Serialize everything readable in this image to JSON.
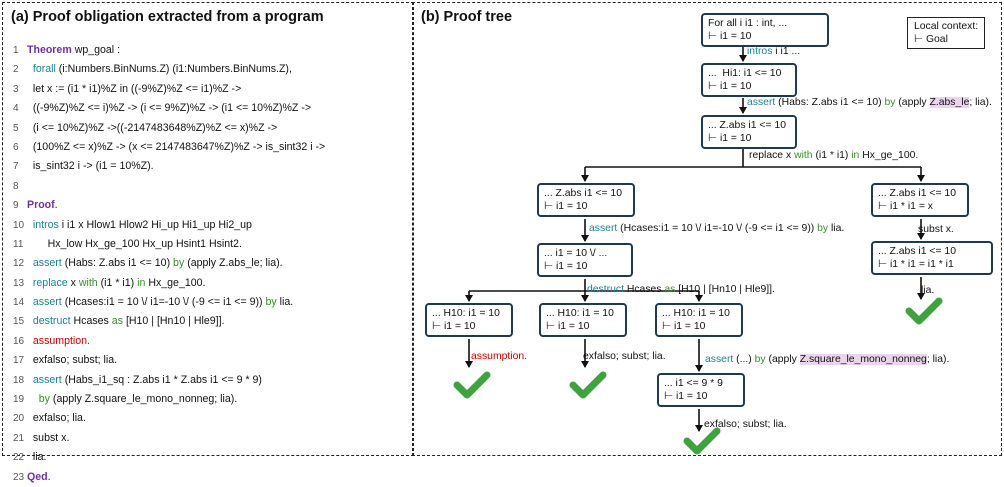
{
  "panel_a": {
    "title": "(a) Proof obligation extracted from a program",
    "lines": [
      {
        "n": "1",
        "segs": [
          {
            "t": "Theorem",
            "c": "kw-purple"
          },
          {
            "t": " wp_goal :",
            "c": ""
          }
        ]
      },
      {
        "n": "2",
        "segs": [
          {
            "t": "  forall",
            "c": "kw-teal"
          },
          {
            "t": " (i:Numbers.BinNums.Z) (i1:Numbers.BinNums.Z),",
            "c": ""
          }
        ]
      },
      {
        "n": "3",
        "segs": [
          {
            "t": "  let x := (i1 * i1)%Z in ((-9%Z)%Z <= i1)%Z ->",
            "c": ""
          }
        ]
      },
      {
        "n": "4",
        "segs": [
          {
            "t": "  ((-9%Z)%Z <= i)%Z -> (i <= 9%Z)%Z -> (i1 <= 10%Z)%Z ->",
            "c": ""
          }
        ]
      },
      {
        "n": "5",
        "segs": [
          {
            "t": "  (i <= 10%Z)%Z ->((-2147483648%Z)%Z <= x)%Z ->",
            "c": ""
          }
        ]
      },
      {
        "n": "6",
        "segs": [
          {
            "t": "  (100%Z <= x)%Z -> (x <= 2147483647%Z)%Z -> is_sint32 i ->",
            "c": ""
          }
        ]
      },
      {
        "n": "7",
        "segs": [
          {
            "t": "  is_sint32 i -> (i1 = 10%Z).",
            "c": ""
          }
        ]
      },
      {
        "n": "8",
        "segs": []
      },
      {
        "n": "9",
        "segs": [
          {
            "t": "Proof",
            "c": "kw-purple"
          },
          {
            "t": ".",
            "c": ""
          }
        ]
      },
      {
        "n": "10",
        "segs": [
          {
            "t": "  intros",
            "c": "kw-teal"
          },
          {
            "t": " i i1 x Hlow1 Hlow2 Hi_up Hi1_up Hi2_up",
            "c": ""
          }
        ]
      },
      {
        "n": "11",
        "segs": [
          {
            "t": "       Hx_low Hx_ge_100 Hx_up Hsint1 Hsint2.",
            "c": ""
          }
        ]
      },
      {
        "n": "12",
        "segs": [
          {
            "t": "  assert",
            "c": "kw-teal"
          },
          {
            "t": " (Habs: Z.abs i1 <= 10) ",
            "c": ""
          },
          {
            "t": "by",
            "c": "kw-green"
          },
          {
            "t": " (apply Z.abs_le; lia).",
            "c": ""
          }
        ]
      },
      {
        "n": "13",
        "segs": [
          {
            "t": "  replace",
            "c": "kw-teal"
          },
          {
            "t": " x ",
            "c": ""
          },
          {
            "t": "with",
            "c": "kw-green"
          },
          {
            "t": " (i1 * i1) ",
            "c": ""
          },
          {
            "t": "in",
            "c": "kw-green"
          },
          {
            "t": " Hx_ge_100.",
            "c": ""
          }
        ]
      },
      {
        "n": "14",
        "segs": [
          {
            "t": "  assert",
            "c": "kw-teal"
          },
          {
            "t": " (Hcases:i1 = 10 \\/ i1=-10 \\/ (-9 <= i1 <= 9)) ",
            "c": ""
          },
          {
            "t": "by",
            "c": "kw-green"
          },
          {
            "t": " lia.",
            "c": ""
          }
        ]
      },
      {
        "n": "15",
        "segs": [
          {
            "t": "  destruct",
            "c": "kw-teal"
          },
          {
            "t": " Hcases ",
            "c": ""
          },
          {
            "t": "as",
            "c": "kw-green"
          },
          {
            "t": " [H10 | [Hn10 | Hle9]].",
            "c": ""
          }
        ]
      },
      {
        "n": "16",
        "segs": [
          {
            "t": "  assumption.",
            "c": "kw-red"
          }
        ]
      },
      {
        "n": "17",
        "segs": [
          {
            "t": "  exfalso; subst; lia.",
            "c": ""
          }
        ]
      },
      {
        "n": "18",
        "segs": [
          {
            "t": "  assert",
            "c": "kw-teal"
          },
          {
            "t": " (Habs_i1_sq : Z.abs i1 * Z.abs i1 <= 9 * 9)",
            "c": ""
          }
        ]
      },
      {
        "n": "19",
        "segs": [
          {
            "t": "    by",
            "c": "kw-green"
          },
          {
            "t": " (apply Z.square_le_mono_nonneg; lia).",
            "c": ""
          }
        ]
      },
      {
        "n": "20",
        "segs": [
          {
            "t": "  exfalso; lia.",
            "c": ""
          }
        ]
      },
      {
        "n": "21",
        "segs": [
          {
            "t": "  subst x.",
            "c": ""
          }
        ]
      },
      {
        "n": "22",
        "segs": [
          {
            "t": "  lia.",
            "c": ""
          }
        ]
      },
      {
        "n": "23",
        "segs": [
          {
            "t": "Qed",
            "c": "kw-purple"
          },
          {
            "t": ".",
            "c": ""
          }
        ]
      }
    ]
  },
  "panel_b": {
    "title": "(b) Proof tree",
    "context": {
      "title": "Local context:",
      "item": "⊢ Goal"
    },
    "nodes": [
      {
        "id": "root",
        "text": "For all i i1 : int, ...\n⊢ i1 = 10"
      },
      {
        "id": "n1",
        "text": "...  Hi1: i1 <= 10\n⊢ i1 = 10"
      },
      {
        "id": "n2",
        "text": "... Z.abs i1 <= 10\n⊢ i1 = 10"
      },
      {
        "id": "n3",
        "text": "... Z.abs i1 <= 10\n⊢ i1 = 10"
      },
      {
        "id": "n4",
        "text": "... Z.abs i1 <= 10\n⊢ i1 * i1 = x"
      },
      {
        "id": "n5",
        "text": "... i1 = 10 \\/ ...\n⊢ i1 = 10"
      },
      {
        "id": "n6",
        "text": "... Z.abs i1 <= 10\n⊢ i1 * i1 = i1 * i1"
      },
      {
        "id": "n7",
        "text": "... H10: i1 = 10\n⊢ i1 = 10"
      },
      {
        "id": "n8",
        "text": "... H10: i1 = 10\n⊢ i1 = 10"
      },
      {
        "id": "n9",
        "text": "... H10: i1 = 10\n⊢ i1 = 10"
      },
      {
        "id": "n10",
        "text": "... i1 <= 9 * 9\n⊢ i1 = 10"
      }
    ],
    "tactics": [
      {
        "id": "t1",
        "segs": [
          {
            "t": "intros",
            "c": "kw-teal"
          },
          {
            "t": " i i1 ...",
            "c": ""
          }
        ]
      },
      {
        "id": "t2",
        "segs": [
          {
            "t": "assert",
            "c": "kw-teal"
          },
          {
            "t": " (Habs: Z.abs i1 <= 10) ",
            "c": ""
          },
          {
            "t": "by",
            "c": "kw-green"
          },
          {
            "t": " (apply ",
            "c": ""
          },
          {
            "t": "Z.abs_le",
            "c": "hl-pink"
          },
          {
            "t": "; lia).",
            "c": ""
          }
        ]
      },
      {
        "id": "t3",
        "segs": [
          {
            "t": "replace",
            "c": ""
          },
          {
            "t": " x ",
            "c": ""
          },
          {
            "t": "with",
            "c": "kw-green"
          },
          {
            "t": " (i1 * i1) ",
            "c": ""
          },
          {
            "t": "in",
            "c": "kw-green"
          },
          {
            "t": " Hx_ge_100.",
            "c": ""
          }
        ]
      },
      {
        "id": "t4",
        "segs": [
          {
            "t": "assert",
            "c": "kw-teal"
          },
          {
            "t": " (Hcases:i1 = 10 \\/ i1=-10 \\/ (-9 <= i1 <= 9)) ",
            "c": ""
          },
          {
            "t": "by",
            "c": "kw-green"
          },
          {
            "t": " lia.",
            "c": ""
          }
        ]
      },
      {
        "id": "t5",
        "segs": [
          {
            "t": "subst x.",
            "c": ""
          }
        ]
      },
      {
        "id": "t6",
        "segs": [
          {
            "t": "destruct",
            "c": "kw-teal"
          },
          {
            "t": " Hcases ",
            "c": ""
          },
          {
            "t": "as",
            "c": "kw-green"
          },
          {
            "t": " [H10 | [Hn10 | Hle9]].",
            "c": ""
          }
        ]
      },
      {
        "id": "t7",
        "segs": [
          {
            "t": "lia.",
            "c": ""
          }
        ]
      },
      {
        "id": "t8",
        "segs": [
          {
            "t": "assumption.",
            "c": "kw-red"
          }
        ]
      },
      {
        "id": "t9",
        "segs": [
          {
            "t": "exfalso; subst; lia.",
            "c": ""
          }
        ]
      },
      {
        "id": "t10",
        "segs": [
          {
            "t": "assert",
            "c": "kw-teal"
          },
          {
            "t": " (...) ",
            "c": ""
          },
          {
            "t": "by",
            "c": "kw-green"
          },
          {
            "t": " (apply ",
            "c": ""
          },
          {
            "t": "Z.square_le_mono_nonneg",
            "c": "hl-pink"
          },
          {
            "t": "; lia).",
            "c": ""
          }
        ]
      },
      {
        "id": "t11",
        "segs": [
          {
            "t": "exfalso; subst; lia.",
            "c": ""
          }
        ]
      }
    ],
    "colors": {
      "node_border": "#1f3a4d",
      "check": "#3ea33e",
      "teal": "#1f7f8f",
      "green": "#3b8e2d",
      "red": "#c00000",
      "purple": "#7030a0",
      "highlight": "#ecd4ee"
    }
  }
}
